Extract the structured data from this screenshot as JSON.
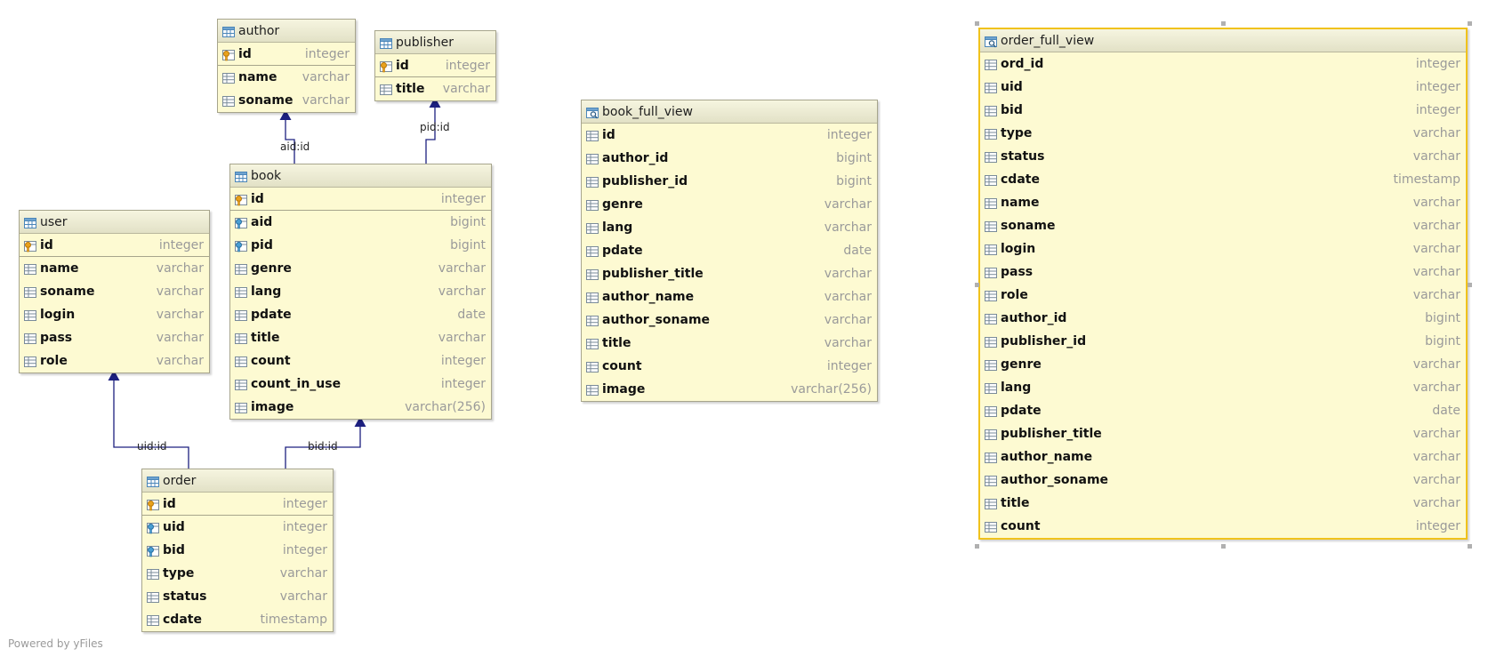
{
  "tables": {
    "author": {
      "name": "author",
      "columns": [
        {
          "name": "id",
          "type": "integer",
          "key": "pk"
        },
        {
          "name": "name",
          "type": "varchar",
          "key": "col"
        },
        {
          "name": "soname",
          "type": "varchar",
          "key": "col"
        }
      ]
    },
    "publisher": {
      "name": "publisher",
      "columns": [
        {
          "name": "id",
          "type": "integer",
          "key": "pk"
        },
        {
          "name": "title",
          "type": "varchar",
          "key": "col"
        }
      ]
    },
    "book": {
      "name": "book",
      "columns": [
        {
          "name": "id",
          "type": "integer",
          "key": "pk"
        },
        {
          "name": "aid",
          "type": "bigint",
          "key": "fk"
        },
        {
          "name": "pid",
          "type": "bigint",
          "key": "fk"
        },
        {
          "name": "genre",
          "type": "varchar",
          "key": "col"
        },
        {
          "name": "lang",
          "type": "varchar",
          "key": "col"
        },
        {
          "name": "pdate",
          "type": "date",
          "key": "col"
        },
        {
          "name": "title",
          "type": "varchar",
          "key": "col"
        },
        {
          "name": "count",
          "type": "integer",
          "key": "col"
        },
        {
          "name": "count_in_use",
          "type": "integer",
          "key": "col"
        },
        {
          "name": "image",
          "type": "varchar(256)",
          "key": "col"
        }
      ]
    },
    "user": {
      "name": "user",
      "columns": [
        {
          "name": "id",
          "type": "integer",
          "key": "pk"
        },
        {
          "name": "name",
          "type": "varchar",
          "key": "col"
        },
        {
          "name": "soname",
          "type": "varchar",
          "key": "col"
        },
        {
          "name": "login",
          "type": "varchar",
          "key": "col"
        },
        {
          "name": "pass",
          "type": "varchar",
          "key": "col"
        },
        {
          "name": "role",
          "type": "varchar",
          "key": "col"
        }
      ]
    },
    "order": {
      "name": "order",
      "columns": [
        {
          "name": "id",
          "type": "integer",
          "key": "pk"
        },
        {
          "name": "uid",
          "type": "integer",
          "key": "fk"
        },
        {
          "name": "bid",
          "type": "integer",
          "key": "fk"
        },
        {
          "name": "type",
          "type": "varchar",
          "key": "col"
        },
        {
          "name": "status",
          "type": "varchar",
          "key": "col"
        },
        {
          "name": "cdate",
          "type": "timestamp",
          "key": "col"
        }
      ]
    },
    "book_full_view": {
      "name": "book_full_view",
      "columns": [
        {
          "name": "id",
          "type": "integer",
          "key": "col"
        },
        {
          "name": "author_id",
          "type": "bigint",
          "key": "col"
        },
        {
          "name": "publisher_id",
          "type": "bigint",
          "key": "col"
        },
        {
          "name": "genre",
          "type": "varchar",
          "key": "col"
        },
        {
          "name": "lang",
          "type": "varchar",
          "key": "col"
        },
        {
          "name": "pdate",
          "type": "date",
          "key": "col"
        },
        {
          "name": "publisher_title",
          "type": "varchar",
          "key": "col"
        },
        {
          "name": "author_name",
          "type": "varchar",
          "key": "col"
        },
        {
          "name": "author_soname",
          "type": "varchar",
          "key": "col"
        },
        {
          "name": "title",
          "type": "varchar",
          "key": "col"
        },
        {
          "name": "count",
          "type": "integer",
          "key": "col"
        },
        {
          "name": "image",
          "type": "varchar(256)",
          "key": "col"
        }
      ]
    },
    "order_full_view": {
      "name": "order_full_view",
      "columns": [
        {
          "name": "ord_id",
          "type": "integer",
          "key": "col"
        },
        {
          "name": "uid",
          "type": "integer",
          "key": "col"
        },
        {
          "name": "bid",
          "type": "integer",
          "key": "col"
        },
        {
          "name": "type",
          "type": "varchar",
          "key": "col"
        },
        {
          "name": "status",
          "type": "varchar",
          "key": "col"
        },
        {
          "name": "cdate",
          "type": "timestamp",
          "key": "col"
        },
        {
          "name": "name",
          "type": "varchar",
          "key": "col"
        },
        {
          "name": "soname",
          "type": "varchar",
          "key": "col"
        },
        {
          "name": "login",
          "type": "varchar",
          "key": "col"
        },
        {
          "name": "pass",
          "type": "varchar",
          "key": "col"
        },
        {
          "name": "role",
          "type": "varchar",
          "key": "col"
        },
        {
          "name": "author_id",
          "type": "bigint",
          "key": "col"
        },
        {
          "name": "publisher_id",
          "type": "bigint",
          "key": "col"
        },
        {
          "name": "genre",
          "type": "varchar",
          "key": "col"
        },
        {
          "name": "lang",
          "type": "varchar",
          "key": "col"
        },
        {
          "name": "pdate",
          "type": "date",
          "key": "col"
        },
        {
          "name": "publisher_title",
          "type": "varchar",
          "key": "col"
        },
        {
          "name": "author_name",
          "type": "varchar",
          "key": "col"
        },
        {
          "name": "author_soname",
          "type": "varchar",
          "key": "col"
        },
        {
          "name": "title",
          "type": "varchar",
          "key": "col"
        },
        {
          "name": "count",
          "type": "integer",
          "key": "col"
        }
      ]
    }
  },
  "relations": {
    "book_author": "aid:id",
    "book_publisher": "pid:id",
    "order_user": "uid:id",
    "order_book": "bid:id"
  },
  "footer": {
    "powered_by": "Powered by yFiles"
  },
  "colors": {
    "entity_bg": "#fdfad2",
    "selection": "#f0c21c",
    "connector": "#1d2080",
    "type_text": "#9a9a9a"
  }
}
